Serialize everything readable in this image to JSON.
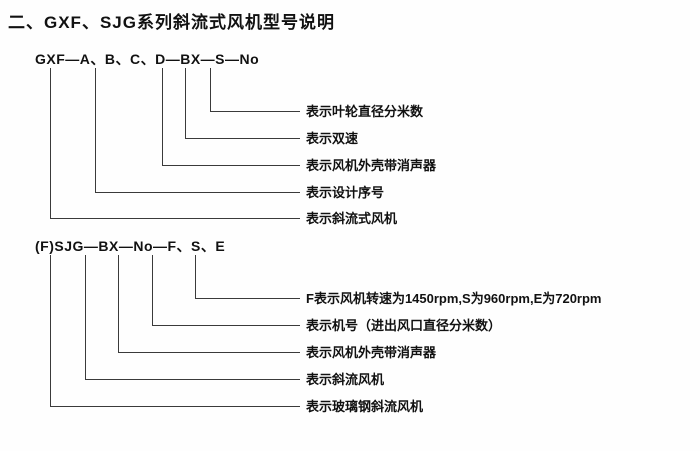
{
  "title": "二、GXF、SJG系列斜流式风机型号说明",
  "diagram1": {
    "code": "GXF—A、B、C、D—BX—S—No",
    "labels": [
      "表示叶轮直径分米数",
      "表示双速",
      "表示风机外壳带消声器",
      "表示设计序号",
      "表示斜流式风机"
    ]
  },
  "diagram2": {
    "code": "(F)SJG—BX—No—F、S、E",
    "labels": [
      "F表示风机转速为1450rpm,S为960rpm,E为720rpm",
      "表示机号（进出风口直径分米数）",
      "表示风机外壳带消声器",
      "表示斜流风机",
      "表示玻璃钢斜流风机"
    ]
  }
}
